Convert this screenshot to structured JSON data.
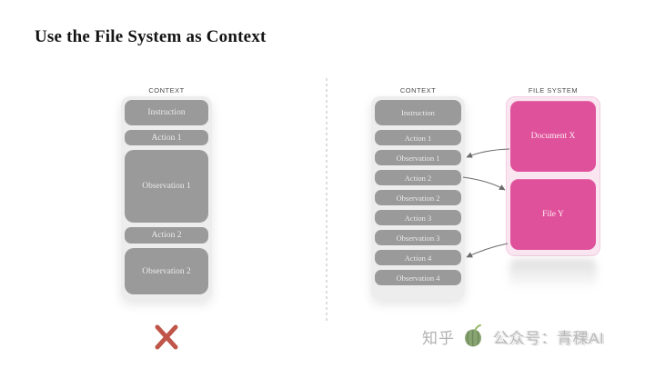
{
  "title": "Use the File System as Context",
  "left": {
    "label": "CONTEXT",
    "boxes": [
      "Instruction",
      "Action 1",
      "Observation 1",
      "Action 2",
      "Observation 2"
    ],
    "verdict": "x-mark"
  },
  "right": {
    "context": {
      "label": "CONTEXT",
      "boxes": [
        "Instruction",
        "Action 1",
        "Observation 1",
        "Action 2",
        "Observation 2",
        "Action 3",
        "Observation 3",
        "Action 4",
        "Observation 4"
      ]
    },
    "file_system": {
      "label": "FILE SYSTEM",
      "boxes": [
        "Document X",
        "File Y"
      ]
    },
    "connections": [
      {
        "from": "Document X",
        "to": "Observation 1",
        "direction": "file-to-context"
      },
      {
        "from": "Action 2",
        "to": "File Y",
        "direction": "context-to-file"
      },
      {
        "from": "File Y",
        "to": "Action 4",
        "direction": "file-to-context"
      }
    ]
  },
  "watermark": {
    "site": "知乎",
    "icon": "qingke-logo",
    "account": "公众号：青稞AI"
  },
  "colors": {
    "box_gray": "#9a9a9a",
    "panel_gray": "#ededed",
    "file_pink": "#e0519b",
    "file_panel_pink": "#fae6f0",
    "x_mark": "#bf5649",
    "arrow": "#6b6b6b"
  }
}
